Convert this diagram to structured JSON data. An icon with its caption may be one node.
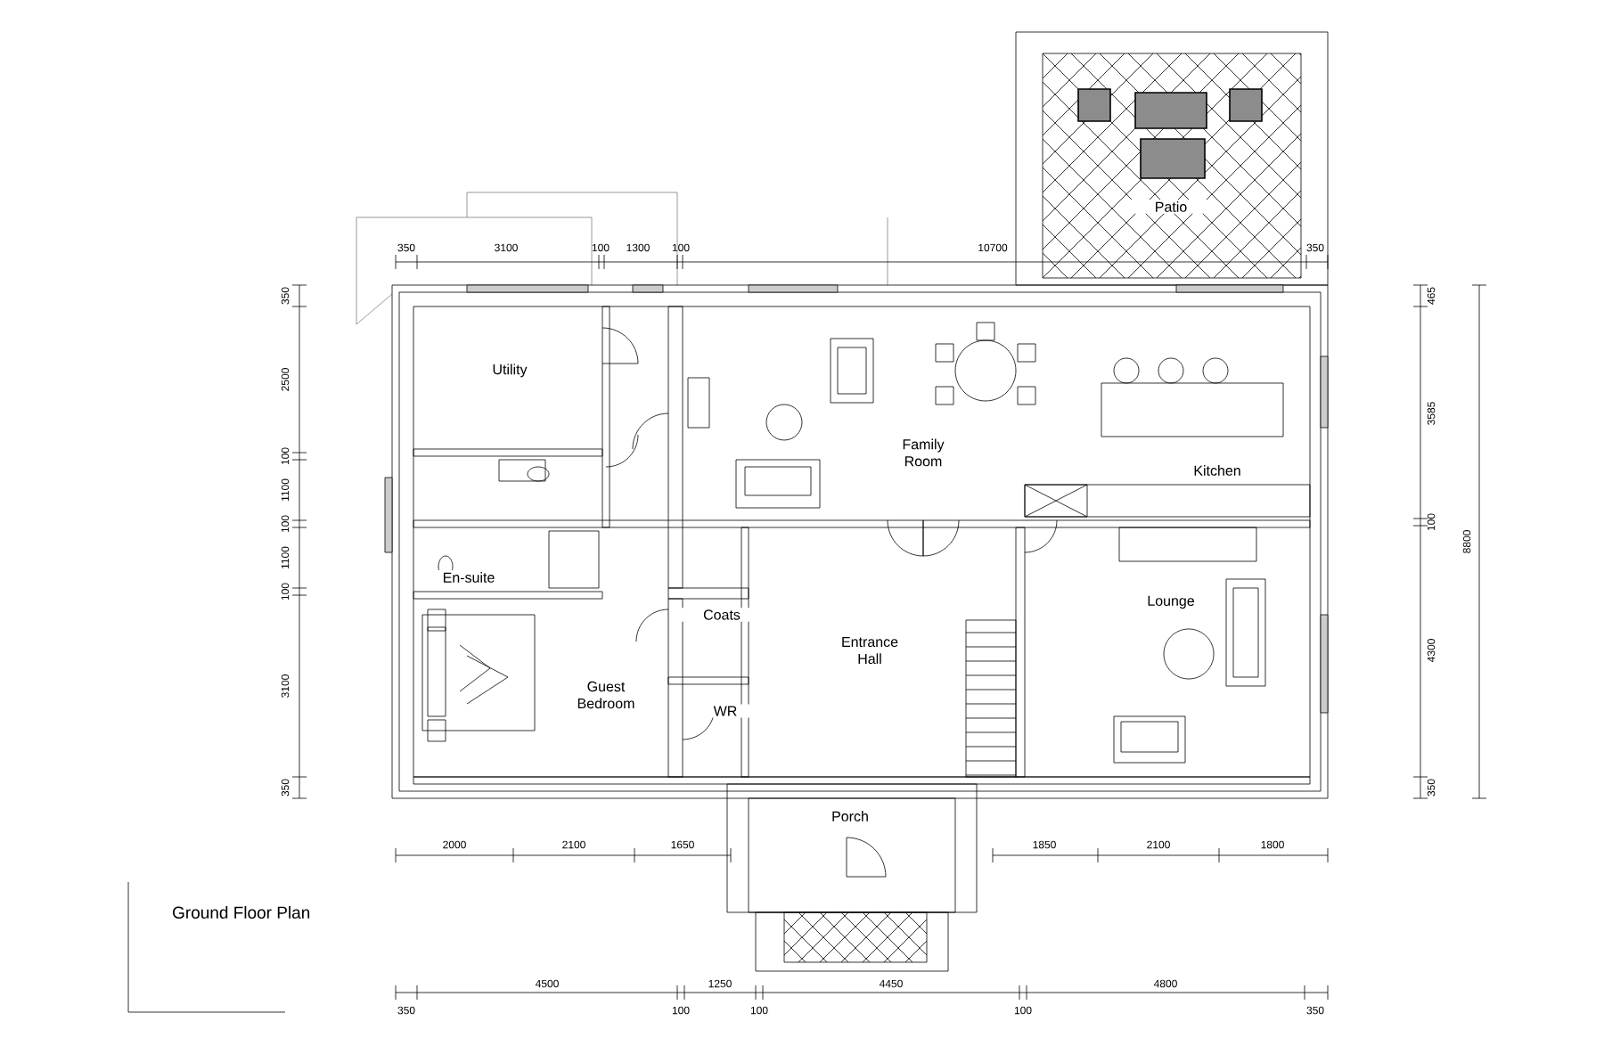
{
  "diagram": {
    "title": "Ground Floor Plan",
    "nodes": [
      {
        "text": [
          "Utility"
        ]
      },
      {
        "text": [
          "Family Room"
        ]
      },
      {
        "text": [
          "Kitchen"
        ]
      },
      {
        "text": [
          "En-suite"
        ]
      },
      {
        "text": [
          "Coats"
        ]
      },
      {
        "text": [
          "Entrance Hall"
        ]
      },
      {
        "text": [
          "Lounge"
        ]
      },
      {
        "text": [
          "Guest Bedroom"
        ]
      },
      {
        "text": [
          "WR"
        ]
      },
      {
        "text": [
          "Porch"
        ]
      },
      {
        "text": [
          "Patio"
        ]
      }
    ],
    "labels": [
      "350",
      "3100",
      "100",
      "1300",
      "100",
      "10700",
      "350",
      "350",
      "2500",
      "100",
      "1100",
      "100",
      "1100",
      "100",
      "3100",
      "350",
      "465",
      "3585",
      "100",
      "4300",
      "350",
      "8800",
      "2000",
      "2100",
      "1650",
      "1850",
      "2100",
      "1800",
      "350",
      "4500",
      "100",
      "1250",
      "100",
      "4450",
      "100",
      "4800",
      "350"
    ]
  }
}
